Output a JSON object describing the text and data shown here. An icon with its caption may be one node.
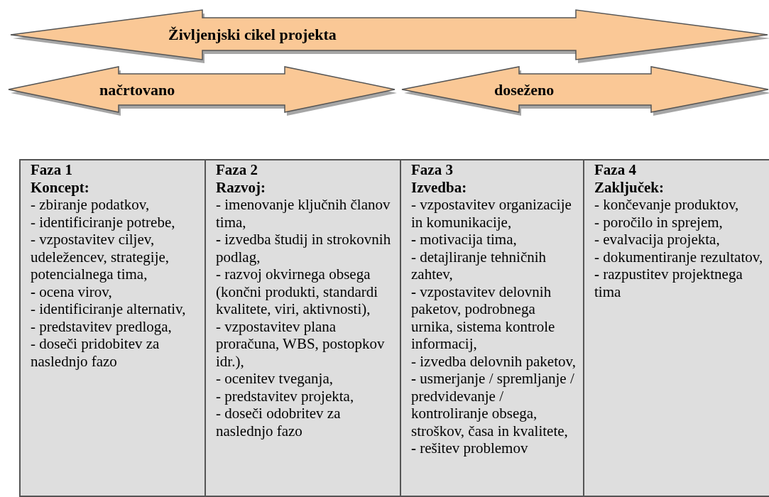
{
  "diagram": {
    "nodes": [
      {
        "text": [
          "Življenjski cikel projekta"
        ]
      },
      {
        "text": [
          "načrtovano"
        ]
      },
      {
        "text": [
          "doseženo"
        ]
      },
      {
        "text": [
          "Faza 1",
          "Koncept:",
          "- zbiranje podatkov,",
          "- identificiranje potrebe,",
          "- vzpostavitev ciljev, udeležencev, strategije, potencialnega tima,",
          "**-** ocena virov,",
          "- identificiranje alternativ,",
          "- predstavitev predloga,",
          "- doseči pridobitev za naslednjo fazo"
        ]
      },
      {
        "text": [
          "Faza 2",
          "Razvoj:",
          "-  imenovanje ključnih članov tima,",
          "**-** izvedba študij in strokovnih podlag,",
          "- razvoj okvirnega obsega (končni produkti, standardi kvalitete, viri, aktivnosti),",
          "- vzpostavitev plana proračuna, WBS, postopkov idr.),",
          "- ocenitev tveganja,",
          "- predstavitev projekta,",
          "- doseči odobritev za naslednjo fazo"
        ]
      },
      {
        "text": [
          "Faza 3",
          "Izvedba:",
          "- vzpostavitev organizacije in komunikacije,",
          "**-** motivacija tima,",
          "- detajliranje tehničnih zahtev,",
          "**-** vzpostavitev delovnih paketov, podrobnega urnika, sistema kontrole informacij,",
          "- izvedba delovnih paketov,",
          "**-** usmerjanje / spremljanje / predvidevanje / kontroliranje obsega, stroškov, časa in kvalitete,",
          "**-** rešitev problemov"
        ]
      },
      {
        "text": [
          "Faza 4",
          "Zaključek:",
          "- končevanje produktov,",
          "- poročilo in sprejem,",
          "- evalvacija projekta,",
          "- dokumentiranje rezultatov,",
          "**-** razpustitev projektnega tima"
        ]
      }
    ]
  }
}
